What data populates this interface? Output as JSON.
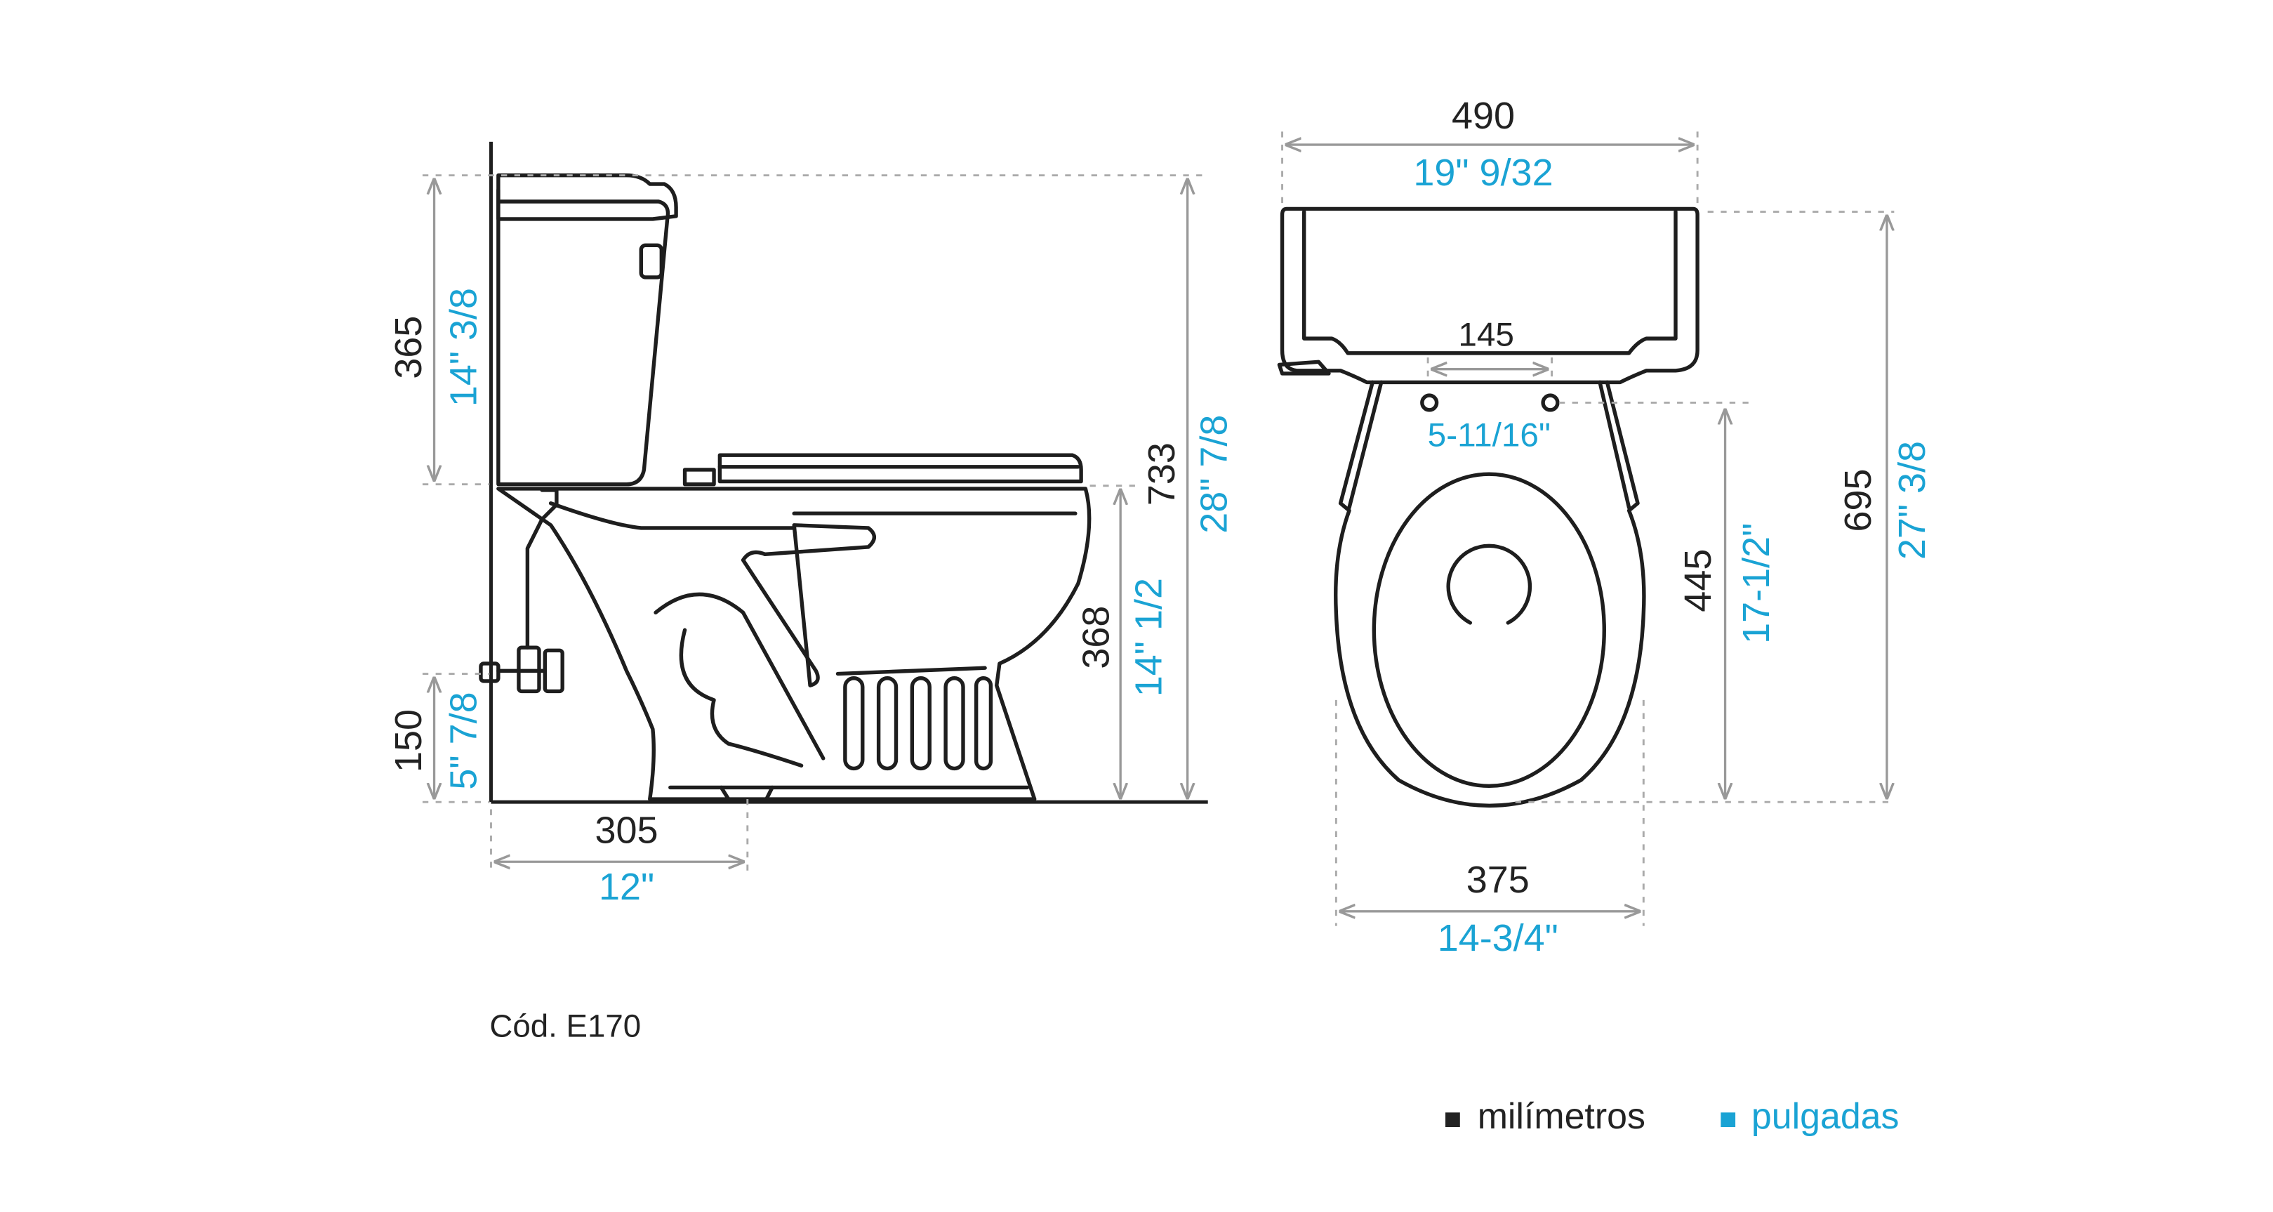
{
  "product_code": "Cód. E170",
  "colors": {
    "millimeters": "#222222",
    "inches": "#1aa3d4"
  },
  "side_view": {
    "tank_height": {
      "mm": "365",
      "in": "14\" 3/8"
    },
    "inlet_height": {
      "mm": "150",
      "in": "5\" 7/8"
    },
    "total_height": {
      "mm": "733",
      "in": "28\" 7/8"
    },
    "bowl_height": {
      "mm": "368",
      "in": "14\" 1/2"
    },
    "rough_in": {
      "mm": "305",
      "in": "12\""
    }
  },
  "top_view": {
    "tank_width": {
      "mm": "490",
      "in": "19\" 9/32"
    },
    "bolt_spacing": {
      "mm": "145",
      "in": "5-11/16\""
    },
    "bowl_length": {
      "mm": "445",
      "in": "17-1/2\""
    },
    "total_depth": {
      "mm": "695",
      "in": "27\" 3/8"
    },
    "bowl_width": {
      "mm": "375",
      "in": "14-3/4\""
    }
  },
  "legend": {
    "millimeters": "milímetros",
    "inches": "pulgadas"
  }
}
